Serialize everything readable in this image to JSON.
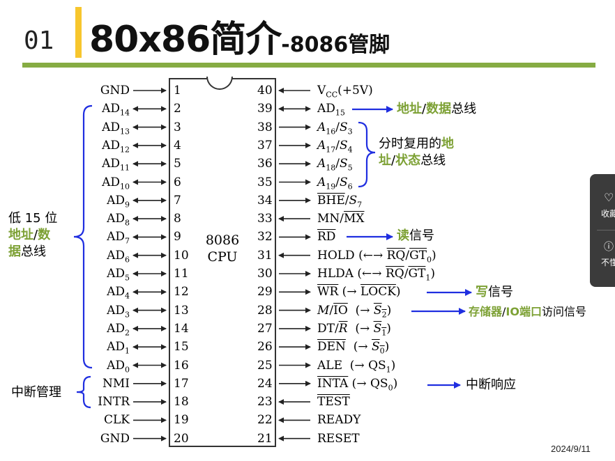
{
  "header": {
    "number": "01",
    "title_main": "80x86简介",
    "title_sub": "-8086管脚"
  },
  "chip": {
    "name": "8086",
    "subtitle": "CPU"
  },
  "colors": {
    "accent_bar": "#f7c62d",
    "divider": "#86ac43",
    "bracket": "#1f2ee0",
    "highlight": "#7da135"
  },
  "left_pins": [
    {
      "n": "1",
      "name": "GND",
      "sub": "",
      "dir": "in"
    },
    {
      "n": "2",
      "name": "AD",
      "sub": "14",
      "dir": "bi"
    },
    {
      "n": "3",
      "name": "AD",
      "sub": "13",
      "dir": "bi"
    },
    {
      "n": "4",
      "name": "AD",
      "sub": "12",
      "dir": "bi"
    },
    {
      "n": "5",
      "name": "AD",
      "sub": "11",
      "dir": "bi"
    },
    {
      "n": "6",
      "name": "AD",
      "sub": "10",
      "dir": "bi"
    },
    {
      "n": "7",
      "name": "AD",
      "sub": "9",
      "dir": "bi"
    },
    {
      "n": "8",
      "name": "AD",
      "sub": "8",
      "dir": "bi"
    },
    {
      "n": "9",
      "name": "AD",
      "sub": "7",
      "dir": "bi"
    },
    {
      "n": "10",
      "name": "AD",
      "sub": "6",
      "dir": "bi"
    },
    {
      "n": "11",
      "name": "AD",
      "sub": "5",
      "dir": "bi"
    },
    {
      "n": "12",
      "name": "AD",
      "sub": "4",
      "dir": "bi"
    },
    {
      "n": "13",
      "name": "AD",
      "sub": "3",
      "dir": "bi"
    },
    {
      "n": "14",
      "name": "AD",
      "sub": "2",
      "dir": "bi"
    },
    {
      "n": "15",
      "name": "AD",
      "sub": "1",
      "dir": "bi"
    },
    {
      "n": "16",
      "name": "AD",
      "sub": "0",
      "dir": "bi"
    },
    {
      "n": "17",
      "name": "NMI",
      "sub": "",
      "dir": "in"
    },
    {
      "n": "18",
      "name": "INTR",
      "sub": "",
      "dir": "in"
    },
    {
      "n": "19",
      "name": "CLK",
      "sub": "",
      "dir": "in"
    },
    {
      "n": "20",
      "name": "GND",
      "sub": "",
      "dir": "in"
    }
  ],
  "right_pins": [
    {
      "n": "40",
      "text": "V<sub>CC</sub>(+5V)",
      "dir": "in"
    },
    {
      "n": "39",
      "text": "AD<sub>15</sub>",
      "dir": "bi"
    },
    {
      "n": "38",
      "text": "<span class='it'>A</span><sub>16</sub>/<span class='it'>S</span><sub>3</sub>",
      "dir": "out"
    },
    {
      "n": "37",
      "text": "<span class='it'>A</span><sub>17</sub>/<span class='it'>S</span><sub>4</sub>",
      "dir": "out"
    },
    {
      "n": "36",
      "text": "<span class='it'>A</span><sub>18</sub>/<span class='it'>S</span><sub>5</sub>",
      "dir": "out"
    },
    {
      "n": "35",
      "text": "<span class='it'>A</span><sub>19</sub>/<span class='it'>S</span><sub>6</sub>",
      "dir": "out"
    },
    {
      "n": "34",
      "text": "<span class='ov'>BHE</span>/<span class='it'>S</span><sub>7</sub>",
      "dir": "out"
    },
    {
      "n": "33",
      "text": "MN/<span class='ov'>MX</span>",
      "dir": "in"
    },
    {
      "n": "32",
      "text": "<span class='ov'>RD</span>",
      "dir": "out"
    },
    {
      "n": "31",
      "text": "HOLD (&#8592;&#8594; <span class='ov'>RQ</span>/<span class='ov'>GT</span><sub>0</sub>)",
      "dir": "in"
    },
    {
      "n": "30",
      "text": "HLDA (&#8592;&#8594; <span class='ov'>RQ</span>/<span class='ov'>GT</span><sub>1</sub>)",
      "dir": "out"
    },
    {
      "n": "29",
      "text": "<span class='ov'>WR</span> (&#8594; <span class='ov'>LOCK</span>)",
      "dir": "out"
    },
    {
      "n": "28",
      "text": "<span class='it'>M</span>/<span class='ov'>IO</span> &nbsp;(&#8594; <span class='ov'><span class='it'>S</span><sub>2</sub></span>)",
      "dir": "out"
    },
    {
      "n": "27",
      "text": "DT/<span class='ov it'>R</span> &nbsp;(&#8594; <span class='ov'><span class='it'>S</span><sub>1</sub></span>)",
      "dir": "out"
    },
    {
      "n": "26",
      "text": "<span class='ov'>DEN</span> &nbsp;(&#8594; <span class='ov'><span class='it'>S</span><sub>0</sub></span>)",
      "dir": "out"
    },
    {
      "n": "25",
      "text": "ALE &nbsp;(&#8594; QS<sub>1</sub>)",
      "dir": "out"
    },
    {
      "n": "24",
      "text": "<span class='ov'>INTA</span> (&#8594; QS<sub>0</sub>)",
      "dir": "out"
    },
    {
      "n": "23",
      "text": "<span class='ov'>TEST</span>",
      "dir": "in"
    },
    {
      "n": "22",
      "text": "READY",
      "dir": "in"
    },
    {
      "n": "21",
      "text": "RESET",
      "dir": "in"
    }
  ],
  "annotations": {
    "low15_line1": "低 15 位",
    "low15_green1": "地址",
    "low15_slash": "/",
    "low15_green2": "数",
    "low15_green3": "据",
    "low15_tail": "总线",
    "interrupt_mgmt": "中断管理",
    "addr_green1": "地址",
    "addr_slash": "/",
    "addr_green2": "数据",
    "addr_tail": "总线",
    "mux_line1_plain": "分时复用的",
    "mux_line1_green": "地",
    "mux_line2_green1": "址",
    "mux_line2_slash": "/",
    "mux_line2_green2": "状态",
    "mux_line2_tail": "总线",
    "read_green": "读",
    "read_tail": "信号",
    "write_green": "写",
    "write_tail": "信号",
    "mem_green1": "存储器",
    "mem_slash": "/",
    "mem_green2": "IO端口",
    "mem_tail": "访问信号",
    "int_response": "中断响应"
  },
  "footer": {
    "date": "2024/9/11"
  },
  "float_panel": {
    "item1": "收藏",
    "item2": "不懂"
  }
}
